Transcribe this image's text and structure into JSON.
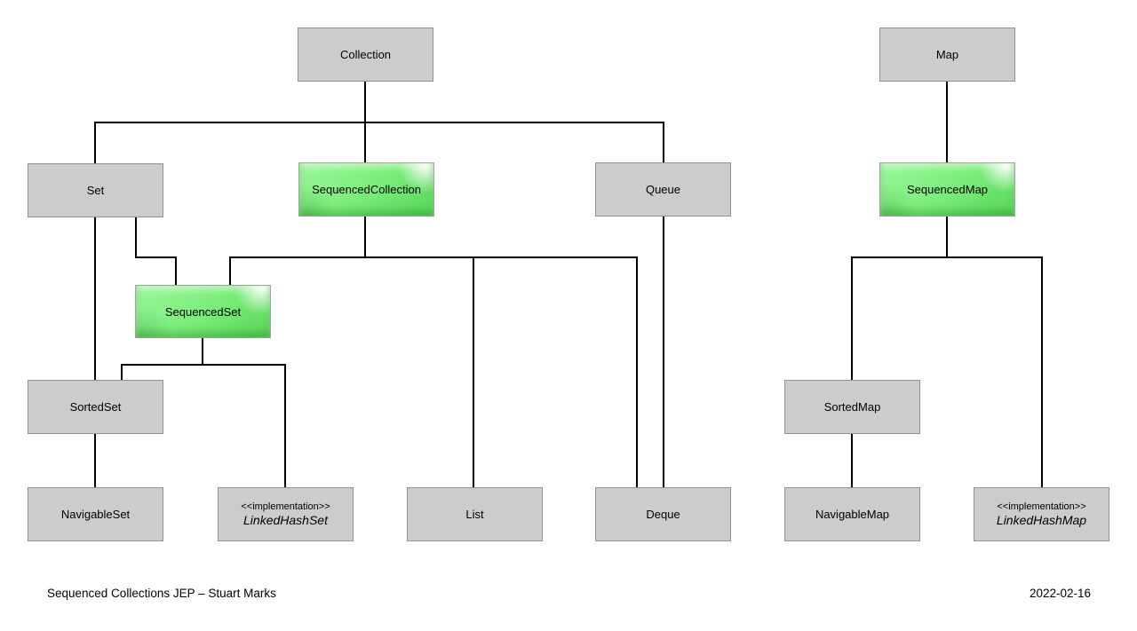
{
  "diagram": {
    "title_context": "Java collections interface hierarchy",
    "colors": {
      "background": "#ffffff",
      "node_fill": "#cccccc",
      "node_border": "#929292",
      "highlight_fill": "#7dee7d",
      "line": "#000000",
      "text": "#000000"
    },
    "nodes": {
      "collection": {
        "label": "Collection"
      },
      "map": {
        "label": "Map"
      },
      "set": {
        "label": "Set"
      },
      "sequencedcollection": {
        "label": "SequencedCollection"
      },
      "queue": {
        "label": "Queue"
      },
      "sequencedmap": {
        "label": "SequencedMap"
      },
      "sequencedset": {
        "label": "SequencedSet"
      },
      "sortedset": {
        "label": "SortedSet"
      },
      "sortedmap": {
        "label": "SortedMap"
      },
      "navigableset": {
        "label": "NavigableSet"
      },
      "linkedhashset": {
        "stereotype": "<<implementation>>",
        "label": "LinkedHashSet"
      },
      "list": {
        "label": "List"
      },
      "deque": {
        "label": "Deque"
      },
      "navigablemap": {
        "label": "NavigableMap"
      },
      "linkedhashmap": {
        "stereotype": "<<implementation>>",
        "label": "LinkedHashMap"
      }
    },
    "footer": {
      "left": "Sequenced Collections JEP – Stuart Marks",
      "right": "2022-02-16"
    }
  }
}
